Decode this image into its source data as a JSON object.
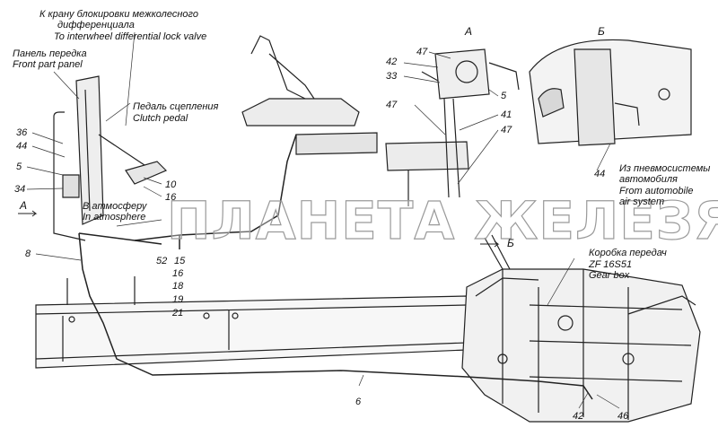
{
  "notes": {
    "lock_valve_ru_1": "К крану блокировки межколесного",
    "lock_valve_ru_2": "дифференциала",
    "lock_valve_en": "To interwheel differential lock valve",
    "front_panel_ru": "Панель передка",
    "front_panel_en": "Front part panel",
    "clutch_ru": "Педаль сцепления",
    "clutch_en": "Clutch pedal",
    "atm_ru": "В атмосферу",
    "atm_en": "In atmosphere",
    "air_ru_1": "Из пневмосистемы",
    "air_ru_2": "автомобиля",
    "air_en_1": "From automobile",
    "air_en_2": "air system",
    "gearbox_ru": "Коробка передач",
    "gearbox_model": "ZF 16S51",
    "gearbox_en": "Gear box"
  },
  "views": {
    "a": "А",
    "b": "Б",
    "arrow_a": "А",
    "arrow_b": "Б"
  },
  "callouts": {
    "n36": "36",
    "n44": "44",
    "n5": "5",
    "n34": "34",
    "n8": "8",
    "n10": "10",
    "n16": "16",
    "n52": "52",
    "n15": "15",
    "n16b": "16",
    "n18": "18",
    "n19": "19",
    "n21": "21",
    "n6": "6",
    "n42": "42",
    "n46": "46",
    "a42": "42",
    "a33": "33",
    "a47": "47",
    "a47b": "47",
    "a5": "5",
    "a41": "41",
    "a47c": "47",
    "b44": "44"
  },
  "watermark": "ПЛАНЕТА ЖЕЛЕЗЯКА"
}
